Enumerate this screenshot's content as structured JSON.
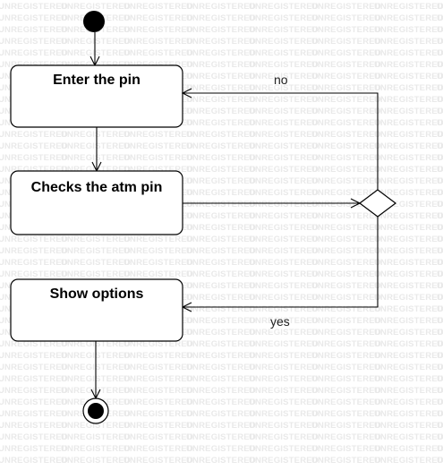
{
  "diagram": {
    "watermark_text": "UNREGISTERED",
    "nodes": {
      "enter_pin": "Enter the pin",
      "check_pin": "Checks the atm pin",
      "show_options": "Show options"
    },
    "edges": {
      "no_label": "no",
      "yes_label": "yes"
    }
  },
  "colors": {
    "watermark": "#e9e9e9",
    "stroke": "#000000",
    "background": "#ffffff"
  }
}
